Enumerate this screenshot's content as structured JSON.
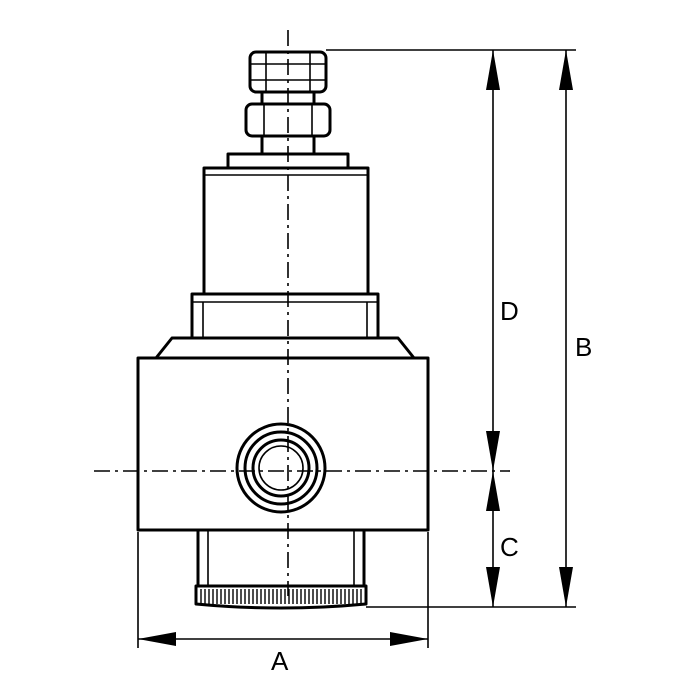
{
  "dimension_labels": {
    "a": "A",
    "b": "B",
    "c": "C",
    "d": "D"
  }
}
